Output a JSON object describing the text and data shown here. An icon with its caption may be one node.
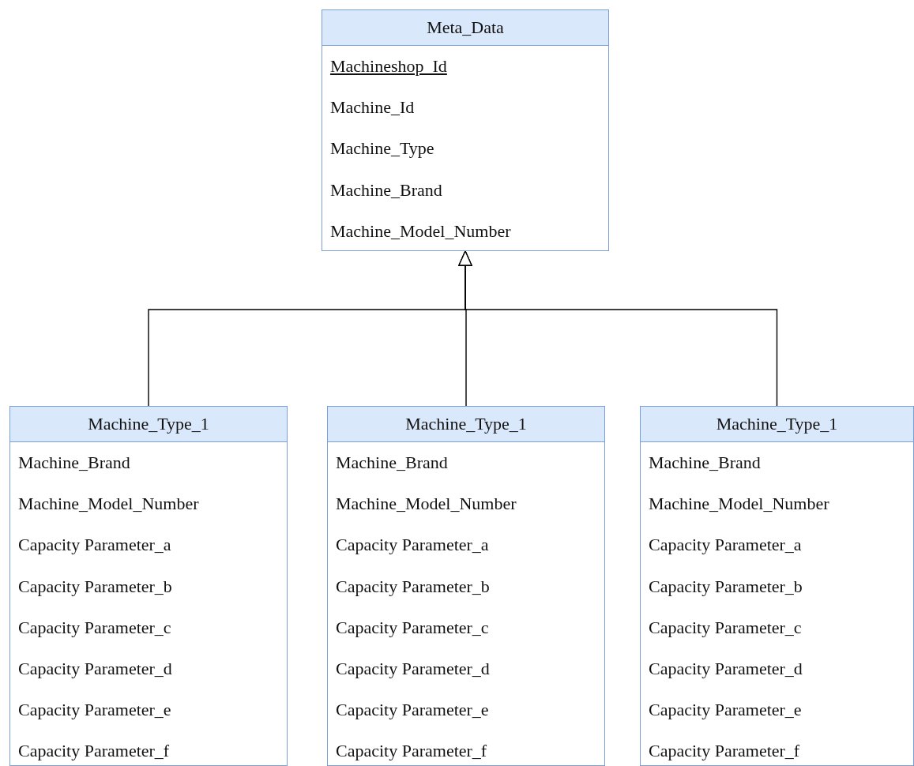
{
  "diagram": {
    "nodes": [
      {
        "text": [
          "Meta_Data",
          "Machineshop_Id",
          "Machine_Id",
          "Machine_Type",
          "Machine_Brand",
          "Machine_Model_Number"
        ]
      },
      {
        "text": [
          "Machine_Type_1",
          "Machine_Brand",
          "Machine_Model_Number",
          "Capacity Parameter_a",
          "Capacity Parameter_b",
          "Capacity Parameter_c",
          "Capacity Parameter_d",
          "Capacity Parameter_e",
          "Capacity Parameter_f"
        ]
      },
      {
        "text": [
          "Machine_Type_1",
          "Machine_Brand",
          "Machine_Model_Number",
          "Capacity Parameter_a",
          "Capacity Parameter_b",
          "Capacity Parameter_c",
          "Capacity Parameter_d",
          "Capacity Parameter_e",
          "Capacity Parameter_f"
        ]
      },
      {
        "text": [
          "Machine_Type_1",
          "Machine_Brand",
          "Machine_Model_Number",
          "Capacity Parameter_a",
          "Capacity Parameter_b",
          "Capacity Parameter_c",
          "Capacity Parameter_d",
          "Capacity Parameter_e",
          "Capacity Parameter_f"
        ]
      }
    ],
    "edges": [
      {
        "from": 1,
        "to": 0,
        "arrow": "to"
      },
      {
        "from": 2,
        "to": 0,
        "arrow": "to"
      },
      {
        "from": 3,
        "to": 0,
        "arrow": "to"
      }
    ]
  }
}
